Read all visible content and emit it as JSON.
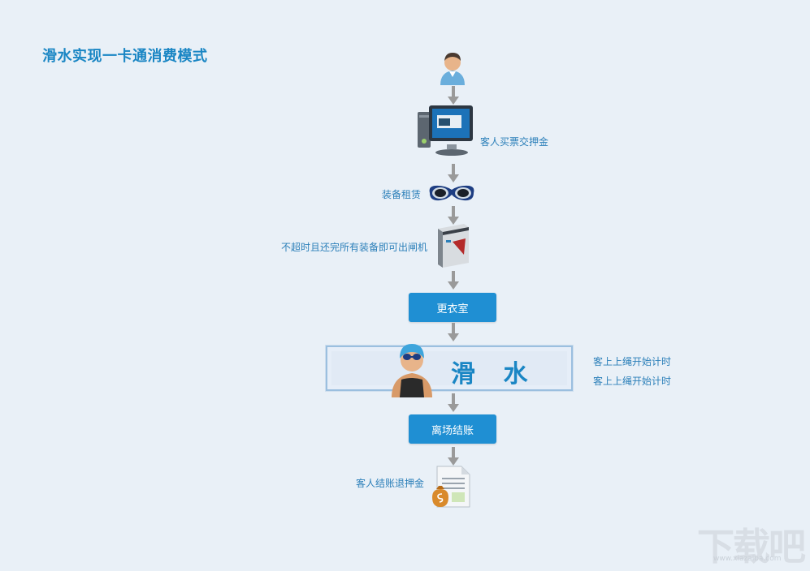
{
  "title": "滑水实现一卡通消费模式",
  "steps": {
    "ticket_label": "客人买票交押金",
    "equipment_label": "装备租赁",
    "gate_label": "不超时且还完所有装备即可出闸机",
    "changing_room": "更衣室",
    "slide": "滑 水",
    "timing_label_1": "客上上绳开始计时",
    "timing_label_2": "客上上绳开始计时",
    "checkout": "离场结账",
    "refund_label": "客人结账退押金"
  },
  "watermark": {
    "text": "下载吧",
    "url": "www.xiazaiba.com"
  },
  "colors": {
    "accent": "#1a86c4",
    "button": "#1f8fd3",
    "arrow": "#9a9a9a",
    "background": "#e9f0f7"
  }
}
